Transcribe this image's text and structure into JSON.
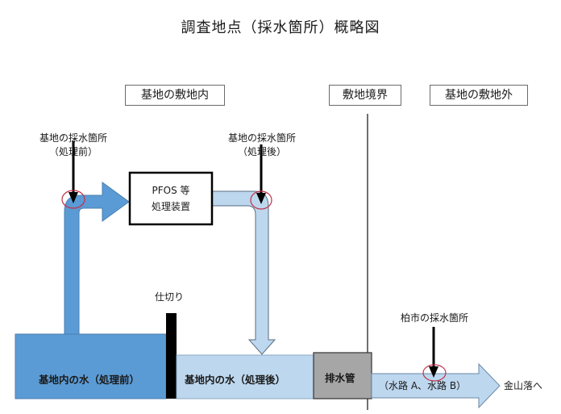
{
  "title": "調査地点（採水箇所）概略図",
  "zones": {
    "inside": "基地の敷地内",
    "boundary": "敷地境界",
    "outside": "基地の敷地外"
  },
  "sampling_points": {
    "before_treatment": {
      "line1": "基地の採水箇所",
      "line2": "（処理前）"
    },
    "after_treatment": {
      "line1": "基地の採水箇所",
      "line2": "（処理後）"
    },
    "kashiwa_city": {
      "line1": "柏市の採水箇所"
    }
  },
  "treatment_device": {
    "line1": "PFOS 等",
    "line2": "処理装置"
  },
  "partition_label": "仕切り",
  "water_before": "基地内の水（処理前）",
  "water_after": "基地内の水（処理後）",
  "drain_pipe": "排水管",
  "waterway": "（水路 A、水路 B）",
  "destination": "金山落へ",
  "colors": {
    "dark_blue": "#5b9bd5",
    "light_blue": "#bdd7ee",
    "gray": "#a6a6a6",
    "marker_red": "#c0304a"
  }
}
